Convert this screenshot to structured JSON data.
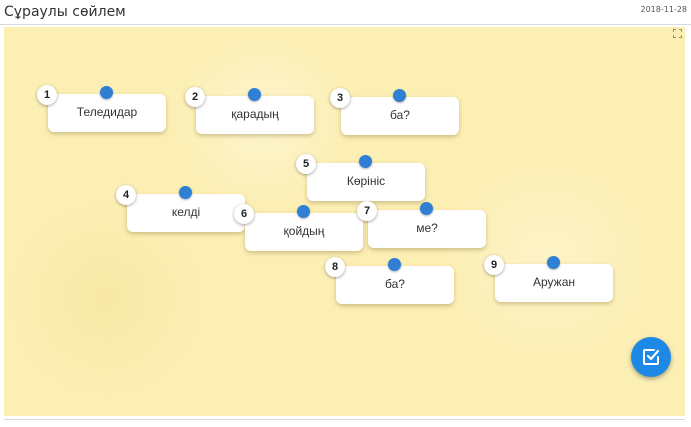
{
  "header": {
    "title": "Сұраулы сөйлем",
    "date": "2018-11-28"
  },
  "icons": {
    "expand": "expand-icon",
    "check": "check-icon",
    "pin": "pin-icon"
  },
  "colors": {
    "board": "#fcefb4",
    "pin": "#2f7fd4",
    "check_button": "#1e88e5"
  },
  "cards": [
    {
      "number": "1",
      "word": "Теледидар"
    },
    {
      "number": "2",
      "word": "қарадың"
    },
    {
      "number": "3",
      "word": "ба?"
    },
    {
      "number": "4",
      "word": "келді"
    },
    {
      "number": "5",
      "word": "Көрініс"
    },
    {
      "number": "6",
      "word": "қойдың"
    },
    {
      "number": "7",
      "word": "ме?"
    },
    {
      "number": "8",
      "word": "ба?"
    },
    {
      "number": "9",
      "word": "Аружан"
    }
  ]
}
